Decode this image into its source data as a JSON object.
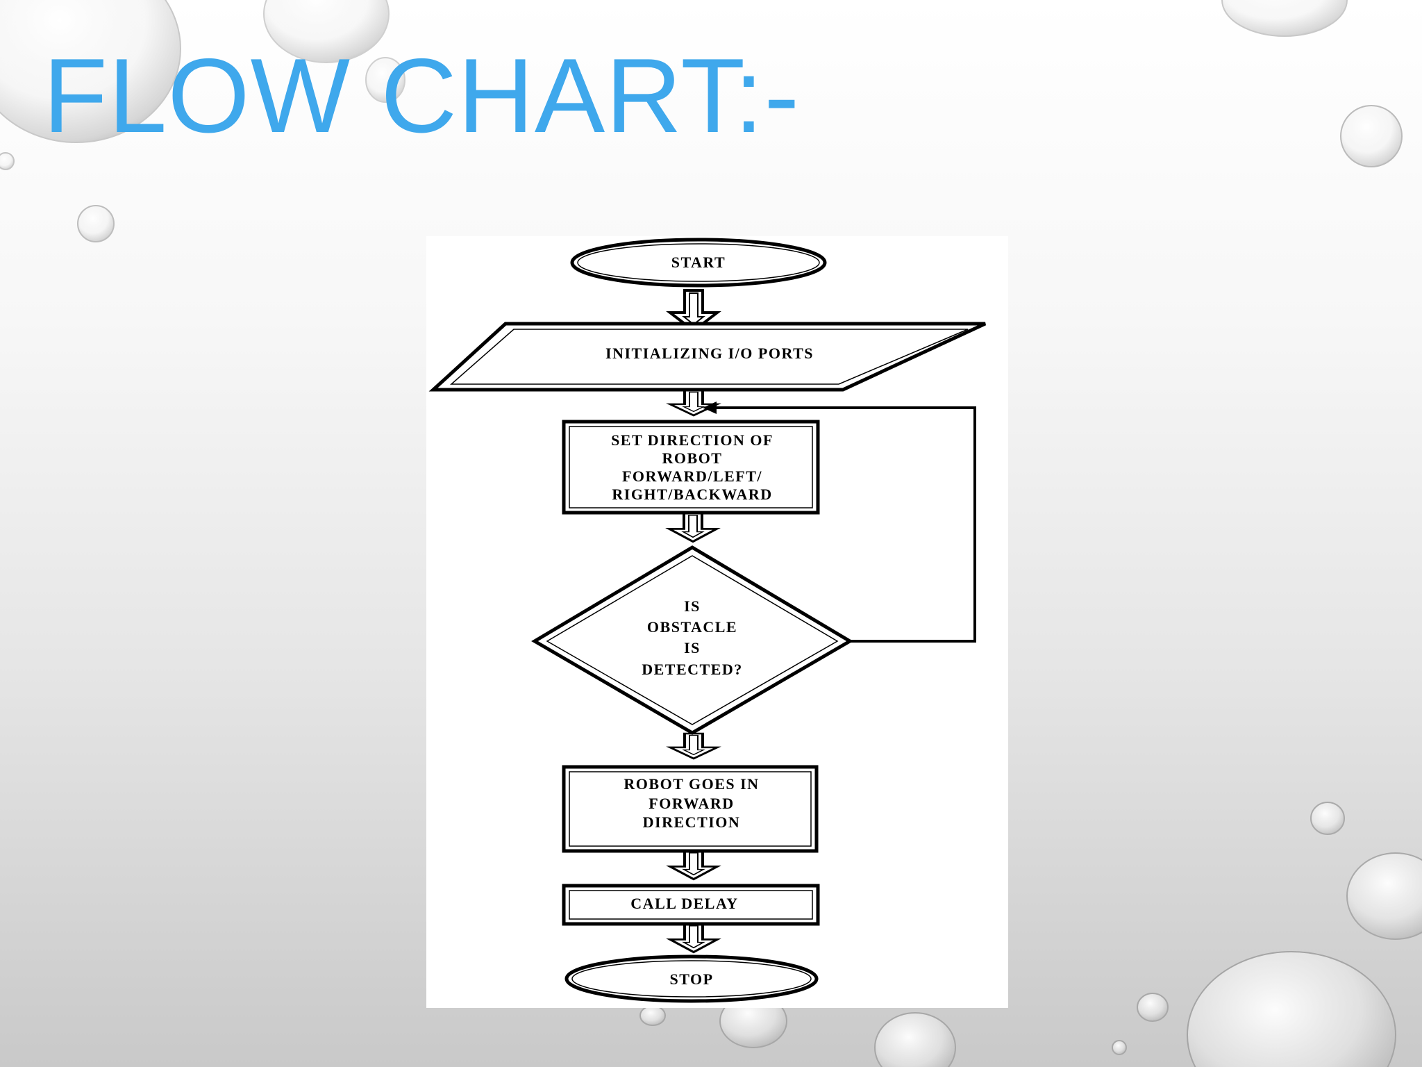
{
  "slide": {
    "title": "FLOW CHART:-",
    "title_color": "#3fa8ec",
    "background": "water-droplet gradient (white to grey)"
  },
  "flowchart": {
    "nodes": {
      "start": {
        "shape": "terminal",
        "lines": [
          "START"
        ]
      },
      "init": {
        "shape": "parallelogram",
        "lines": [
          "INITIALIZING I/O PORTS"
        ]
      },
      "set_direction": {
        "shape": "process",
        "lines": [
          "SET DIRECTION OF",
          "ROBOT",
          "FORWARD/LEFT/",
          "RIGHT/BACKWARD"
        ]
      },
      "decision": {
        "shape": "decision",
        "lines": [
          "IS",
          "OBSTACLE",
          "IS",
          "DETECTED?"
        ]
      },
      "forward": {
        "shape": "process",
        "lines": [
          "ROBOT GOES IN",
          "FORWARD",
          "DIRECTION"
        ]
      },
      "delay": {
        "shape": "process",
        "lines": [
          "CALL DELAY"
        ]
      },
      "stop": {
        "shape": "terminal",
        "lines": [
          "STOP"
        ]
      }
    },
    "edges": [
      {
        "from": "start",
        "to": "init",
        "style": "hollow-arrow"
      },
      {
        "from": "init",
        "to": "set_direction",
        "style": "hollow-arrow"
      },
      {
        "from": "set_direction",
        "to": "decision",
        "style": "hollow-arrow"
      },
      {
        "from": "decision",
        "to": "set_direction",
        "style": "loop-back-line"
      },
      {
        "from": "decision",
        "to": "forward",
        "style": "hollow-arrow"
      },
      {
        "from": "forward",
        "to": "delay",
        "style": "hollow-arrow"
      },
      {
        "from": "delay",
        "to": "stop",
        "style": "hollow-arrow"
      }
    ]
  }
}
